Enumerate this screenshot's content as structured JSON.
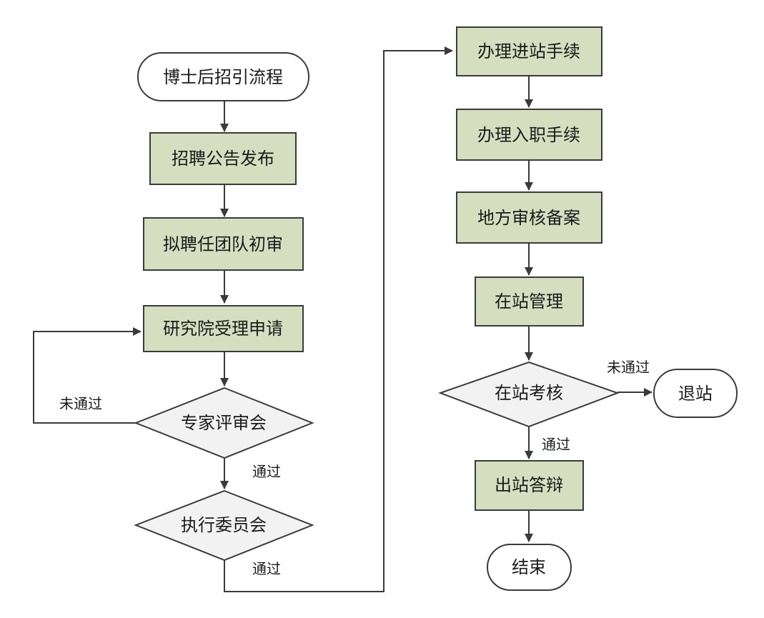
{
  "colors": {
    "process_fill": "#d5dfc0",
    "process_stroke": "#3a3a3a",
    "decision_fill": "#f2f2f2",
    "terminal_fill": "#ffffff",
    "line": "#3a3a3a"
  },
  "nodes": {
    "start": "博士后招引流程",
    "publish": "招聘公告发布",
    "team_review": "拟聘任团队初审",
    "institute_accept": "研究院受理申请",
    "expert_review": "专家评审会",
    "exec_committee": "执行委员会",
    "entry_procedure": "办理进站手续",
    "onboard_procedure": "办理入职手续",
    "local_filing": "地方审核备案",
    "in_station_mgmt": "在站管理",
    "in_station_eval": "在站考核",
    "exit_station": "退站",
    "exit_defense": "出站答辩",
    "end": "结束"
  },
  "edges": {
    "expert_fail": "未通过",
    "expert_pass": "通过",
    "exec_pass": "通过",
    "eval_fail": "未通过",
    "eval_pass": "通过"
  }
}
